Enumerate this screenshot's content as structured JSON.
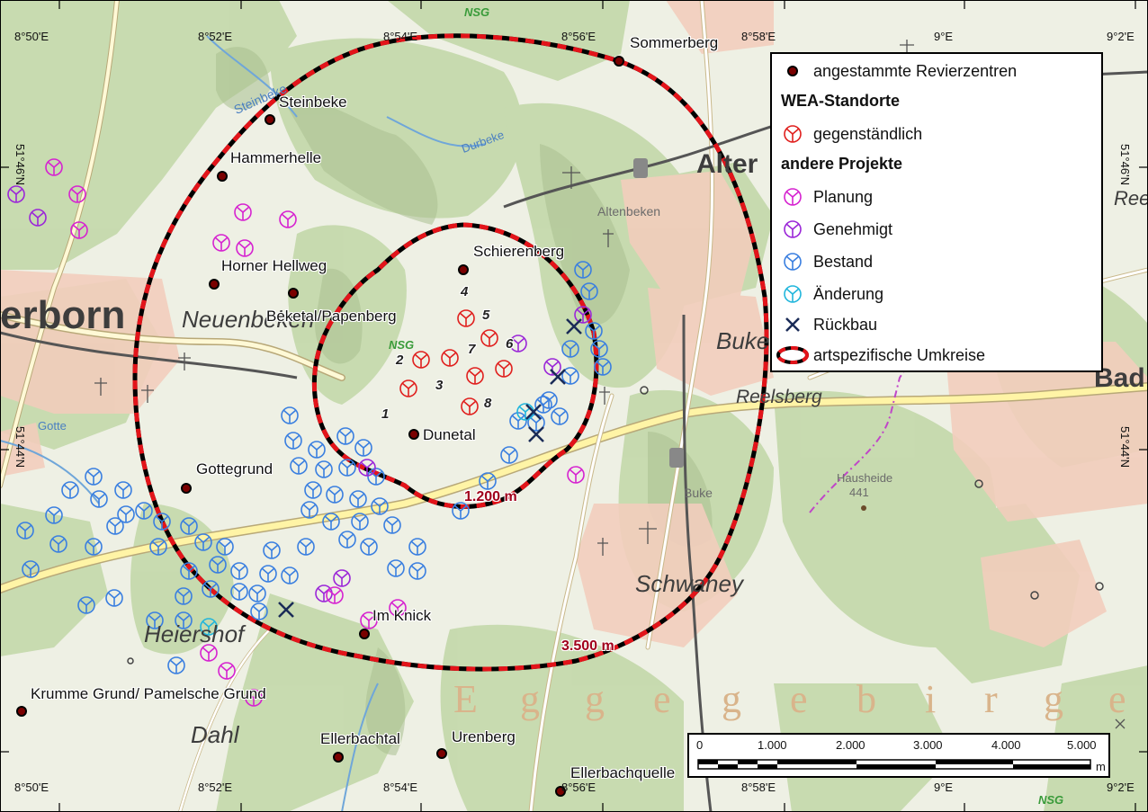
{
  "legend": {
    "items": [
      {
        "label": "angestammte Revierzentren",
        "symbol": "territory-center"
      },
      {
        "label": "WEA-Standorte",
        "heading": true
      },
      {
        "label": "gegenständlich",
        "symbol": "turbine",
        "color": "#e0201e"
      },
      {
        "label": "andere Projekte",
        "heading": true
      },
      {
        "label": "Planung",
        "symbol": "turbine",
        "color": "#d623d0"
      },
      {
        "label": "Genehmigt",
        "symbol": "turbine",
        "color": "#9b27d8"
      },
      {
        "label": "Bestand",
        "symbol": "turbine",
        "color": "#3a7fe0"
      },
      {
        "label": "Änderung",
        "symbol": "turbine",
        "color": "#22b6dc"
      },
      {
        "label": "Rückbau",
        "symbol": "x-mark",
        "color": "#1a2b57"
      },
      {
        "label": "artspezifische Umkreise",
        "symbol": "ring-red-black"
      }
    ]
  },
  "rings": [
    {
      "label": "1.200 m"
    },
    {
      "label": "3.500 m"
    }
  ],
  "territory_centers": [
    "Sommerberg",
    "Steinbeke",
    "Hammerhelle",
    "Horner Hellweg",
    "Beketal/Papenberg",
    "Schierenberg",
    "Dunetal",
    "Gottegrund",
    "Im Knick",
    "Krumme Grund/ Pamelsche Grund",
    "Ellerbachtal",
    "Urenberg",
    "Ellerbachquelle"
  ],
  "turbine_numbers": [
    "1",
    "2",
    "3",
    "4",
    "5",
    "6",
    "7",
    "8"
  ],
  "place_names": {
    "paderborn": "erborn",
    "neuenbeken": "Neuenbeken",
    "altenbeken_big": "Alter",
    "altenbeken_small": "Altenbeken",
    "buke_big": "Buke",
    "buke_small": "Buke",
    "reelsberg": "Reelsberg",
    "schwaney": "Schwaney",
    "heiersho": "Heiershof",
    "dahl": "Dahl",
    "gotte": "Gotte",
    "steinbeke_river": "Steinbeke",
    "durbeke": "Durbeke",
    "hausheide": "Hausheide",
    "hausheide_elev": "441",
    "nsg_top": "NSG",
    "nsg_mid": "NSG",
    "nsg_bottom": "NSG",
    "bad_partial": "Bad",
    "ree_partial": "Ree",
    "eggegebirge": [
      "E",
      "g",
      "g",
      "e",
      "g",
      "e",
      "b",
      "i",
      "r",
      "g",
      "e"
    ]
  },
  "coordinates": {
    "top": [
      "8°50'E",
      "8°52'E",
      "8°54'E",
      "8°56'E",
      "8°58'E",
      "9°E",
      "9°2'E"
    ],
    "bottom": [
      "8°50'E",
      "8°52'E",
      "8°54'E",
      "8°56'E",
      "8°58'E",
      "9°E",
      "9°2'E"
    ],
    "left": [
      "51°46'N",
      "51°44'N"
    ],
    "right": [
      "51°46'N",
      "51°44'N"
    ]
  },
  "scalebar": {
    "ticks": [
      "0",
      "1.000",
      "2.000",
      "3.000",
      "4.000",
      "5.000"
    ],
    "unit": "m"
  },
  "colors": {
    "ring_red": "#e3141a",
    "ring_black": "#000000",
    "turbine_subject": "#e0201e",
    "turbine_planned": "#d623d0",
    "turbine_approved": "#9b27d8",
    "turbine_existing": "#3a7fe0",
    "turbine_change": "#22b6dc",
    "center_dot_fill": "#7a0000",
    "forest": "#c8dbb1",
    "meadow": "#eef0e4",
    "settlement": "#f0c9b8",
    "road": "#fff6b0"
  }
}
